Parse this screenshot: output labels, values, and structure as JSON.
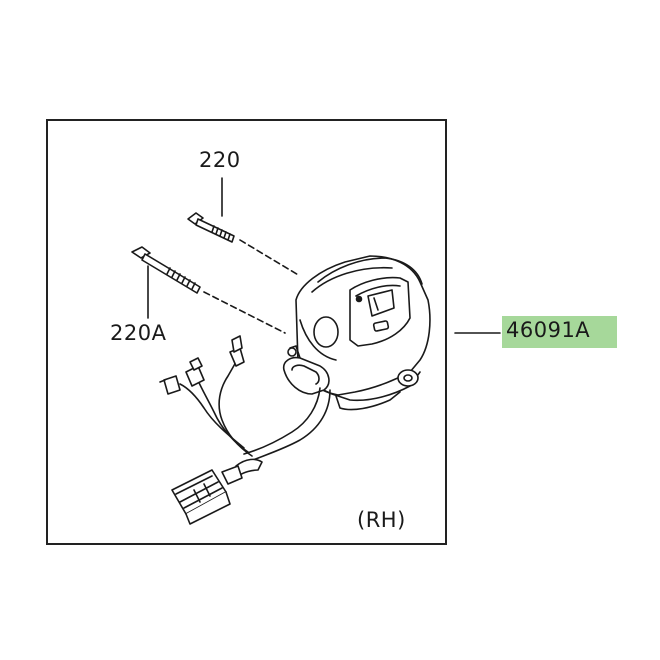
{
  "diagram": {
    "labels": {
      "bolt_short": "220",
      "bolt_long": "220A",
      "side": "(RH)",
      "part_number": "46091A"
    },
    "colors": {
      "highlight": "#a6d89a",
      "line": "#1a1a1a"
    }
  }
}
